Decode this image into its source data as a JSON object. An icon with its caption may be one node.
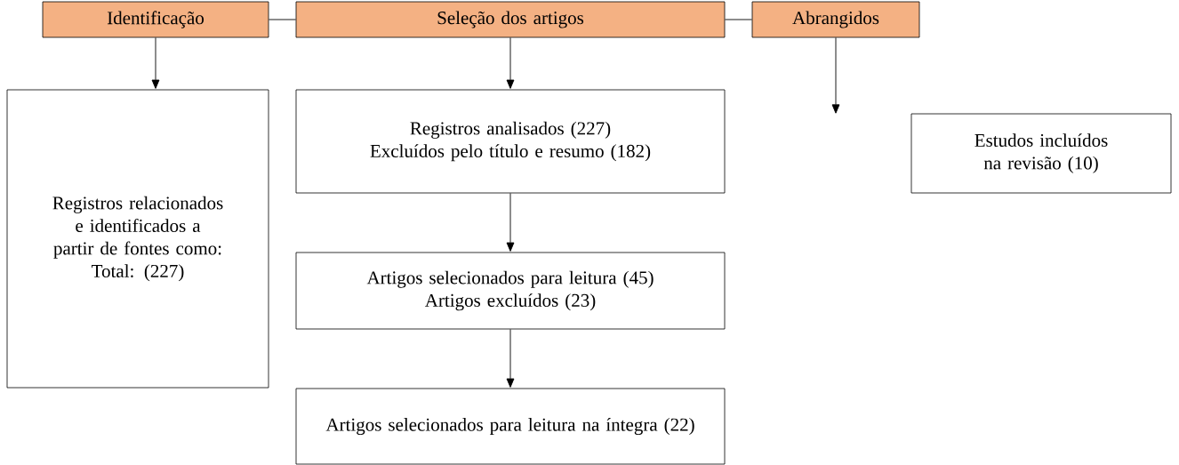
{
  "diagram": {
    "nodes": [
      {
        "text": [
          "Identificação"
        ]
      },
      {
        "text": [
          "Seleção dos artigos"
        ]
      },
      {
        "text": [
          "Abrangidos"
        ]
      },
      {
        "text": [
          "Registros relacionados e identificados a partir de fontes como:",
          "Total: (227)"
        ]
      },
      {
        "text": [
          "Registros analisados (227)",
          "Excluídos pelo título e resumo (182)"
        ]
      },
      {
        "text": [
          "Estudos incluídos na revisão (10)"
        ]
      },
      {
        "text": [
          "Artigos selecionados para leitura (45)",
          "Artigos excluídos (23)"
        ]
      },
      {
        "text": [
          "Artigos selecionados para leitura na íntegra (22)"
        ]
      }
    ],
    "edges": [
      {
        "from": 0,
        "to": 1,
        "arrow": "none"
      },
      {
        "from": 1,
        "to": 2,
        "arrow": "none"
      },
      {
        "from": 0,
        "to": 3,
        "arrow": "to"
      },
      {
        "from": 1,
        "to": 4,
        "arrow": "to"
      },
      {
        "from": 2,
        "to": null,
        "arrow": "to"
      },
      {
        "from": 4,
        "to": 6,
        "arrow": "to"
      },
      {
        "from": 6,
        "to": 7,
        "arrow": "to"
      }
    ]
  }
}
